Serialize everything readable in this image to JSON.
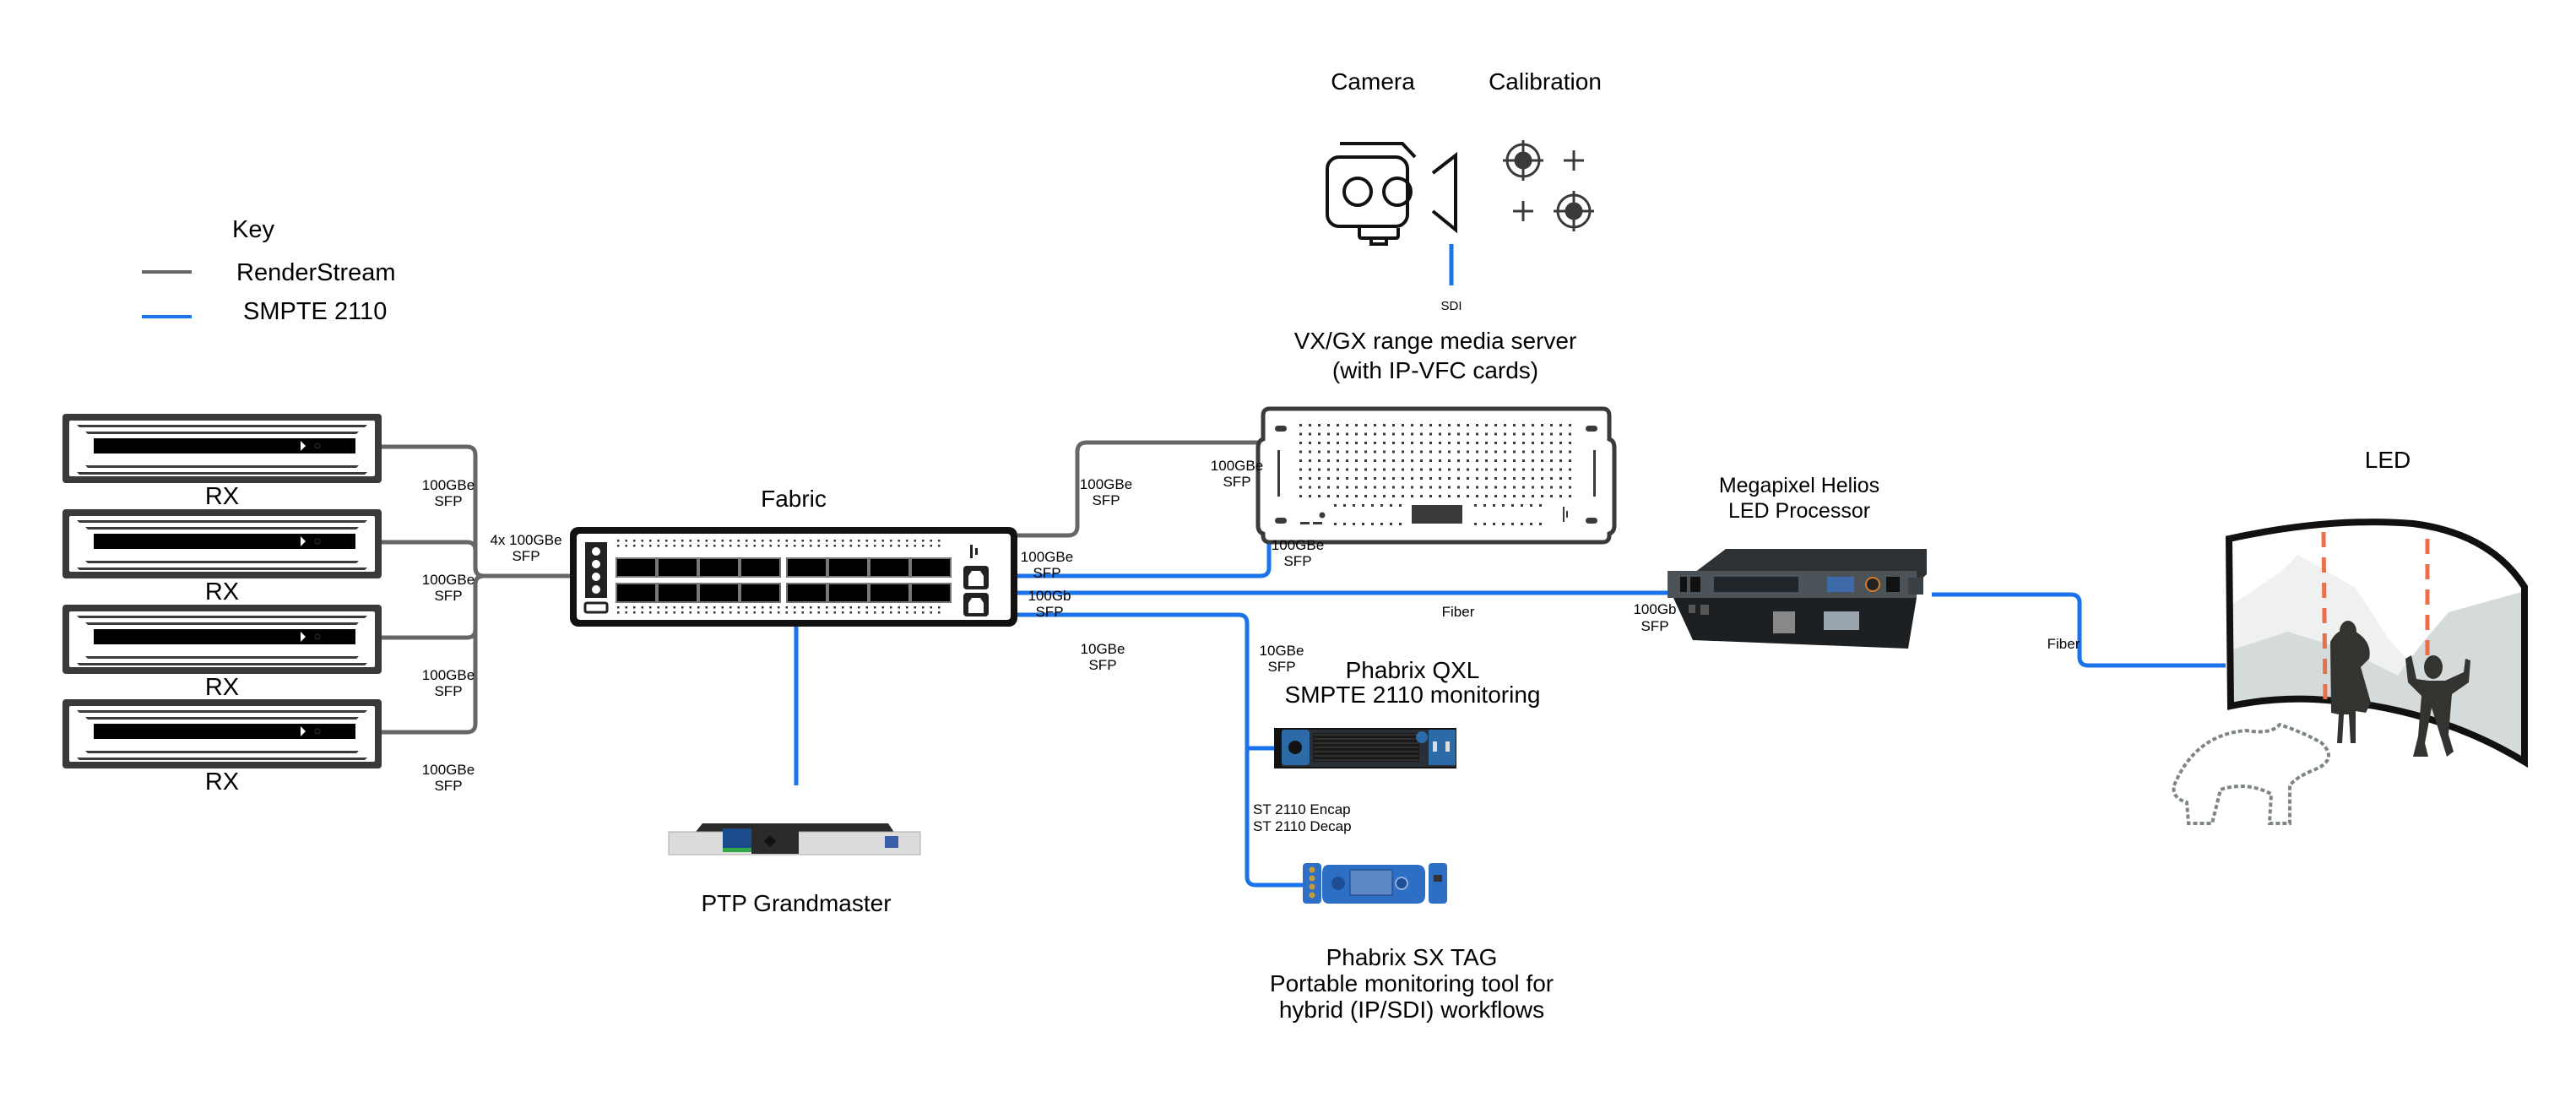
{
  "colors": {
    "renderstream": "#666666",
    "smpte2110": "#1a73e8",
    "device_dark": "#3a3a3a",
    "led_divider": "#e8704a",
    "mountain_light": "#eff1f0",
    "mountain_dark": "#d5dadb",
    "silhouette": "#33332f",
    "bear_outline": "#7d8586"
  },
  "key": {
    "title": "Key",
    "items": [
      {
        "label": "RenderStream",
        "type": "renderstream"
      },
      {
        "label": "SMPTE 2110",
        "type": "smpte2110"
      }
    ]
  },
  "nodes": {
    "rx": [
      {
        "label": "RX"
      },
      {
        "label": "RX"
      },
      {
        "label": "RX"
      },
      {
        "label": "RX"
      }
    ],
    "fabric": {
      "label": "Fabric"
    },
    "camera": {
      "label": "Camera"
    },
    "calibration": {
      "label": "Calibration"
    },
    "media_server": {
      "label_line1": "VX/GX range media server",
      "label_line2": "(with IP-VFC cards)"
    },
    "led_processor": {
      "label_line1": "Megapixel Helios",
      "label_line2": "LED Processor"
    },
    "led": {
      "label": "LED"
    },
    "qxl": {
      "label_line1": "Phabrix QXL",
      "label_line2": "SMPTE 2110 monitoring"
    },
    "sx_tag": {
      "label_line1": "Phabrix SX TAG",
      "label_line2": "Portable monitoring tool for",
      "label_line3": "hybrid (IP/SDI) workflows"
    },
    "ptp": {
      "label": "PTP Grandmaster"
    }
  },
  "link_labels": {
    "rx1": [
      "100GBe",
      "SFP"
    ],
    "rx2": [
      "100GBe",
      "SFP"
    ],
    "rx3": [
      "100GBe",
      "SFP"
    ],
    "rx4": [
      "100GBe",
      "SFP"
    ],
    "fabric_in": [
      "4x 100GBe",
      "SFP"
    ],
    "fabric_to_server_rs_a": [
      "100GBe",
      "SFP"
    ],
    "fabric_to_server_rs_b": [
      "100GBe",
      "SFP"
    ],
    "fabric_to_server_smpte_a": [
      "100GBe",
      "SFP"
    ],
    "fabric_to_server_smpte_b": [
      "100GBe",
      "SFP"
    ],
    "fabric_to_led_proc_a": [
      "100Gb",
      "SFP"
    ],
    "fabric_to_led_proc_b": [
      "100Gb",
      "SFP"
    ],
    "fiber_mid": "Fiber",
    "fiber_led": "Fiber",
    "fabric_to_monitor_a": [
      "10GBe",
      "SFP"
    ],
    "fabric_to_monitor_b": [
      "10GBe",
      "SFP"
    ],
    "sdi": "SDI",
    "st2110": [
      "ST 2110 Encap",
      "ST 2110 Decap"
    ]
  }
}
